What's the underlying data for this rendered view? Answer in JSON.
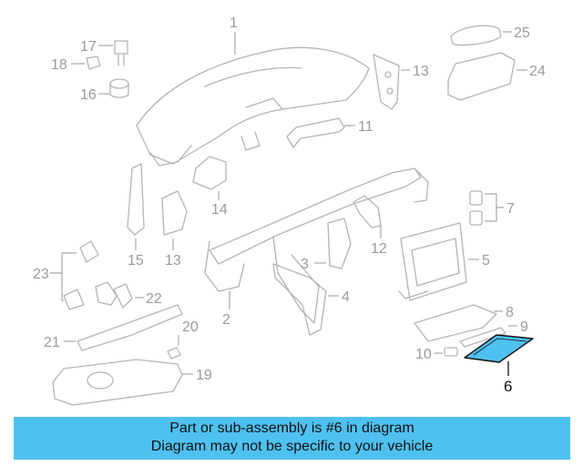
{
  "diagram": {
    "callouts": [
      "1",
      "2",
      "3",
      "4",
      "5",
      "6",
      "7",
      "8",
      "9",
      "10",
      "11",
      "12",
      "13",
      "13",
      "14",
      "15",
      "16",
      "17",
      "18",
      "19",
      "20",
      "21",
      "22",
      "23",
      "24",
      "25"
    ],
    "highlight_part": "6",
    "colors": {
      "highlight_fill": "#4fc1f0",
      "line": "#b4b4b4",
      "label": "#9a9a9a"
    }
  },
  "banner": {
    "line1": "Part or sub-assembly is #6 in diagram",
    "line2": "Diagram may not be specific to your vehicle",
    "color": "#4fc1f0"
  }
}
